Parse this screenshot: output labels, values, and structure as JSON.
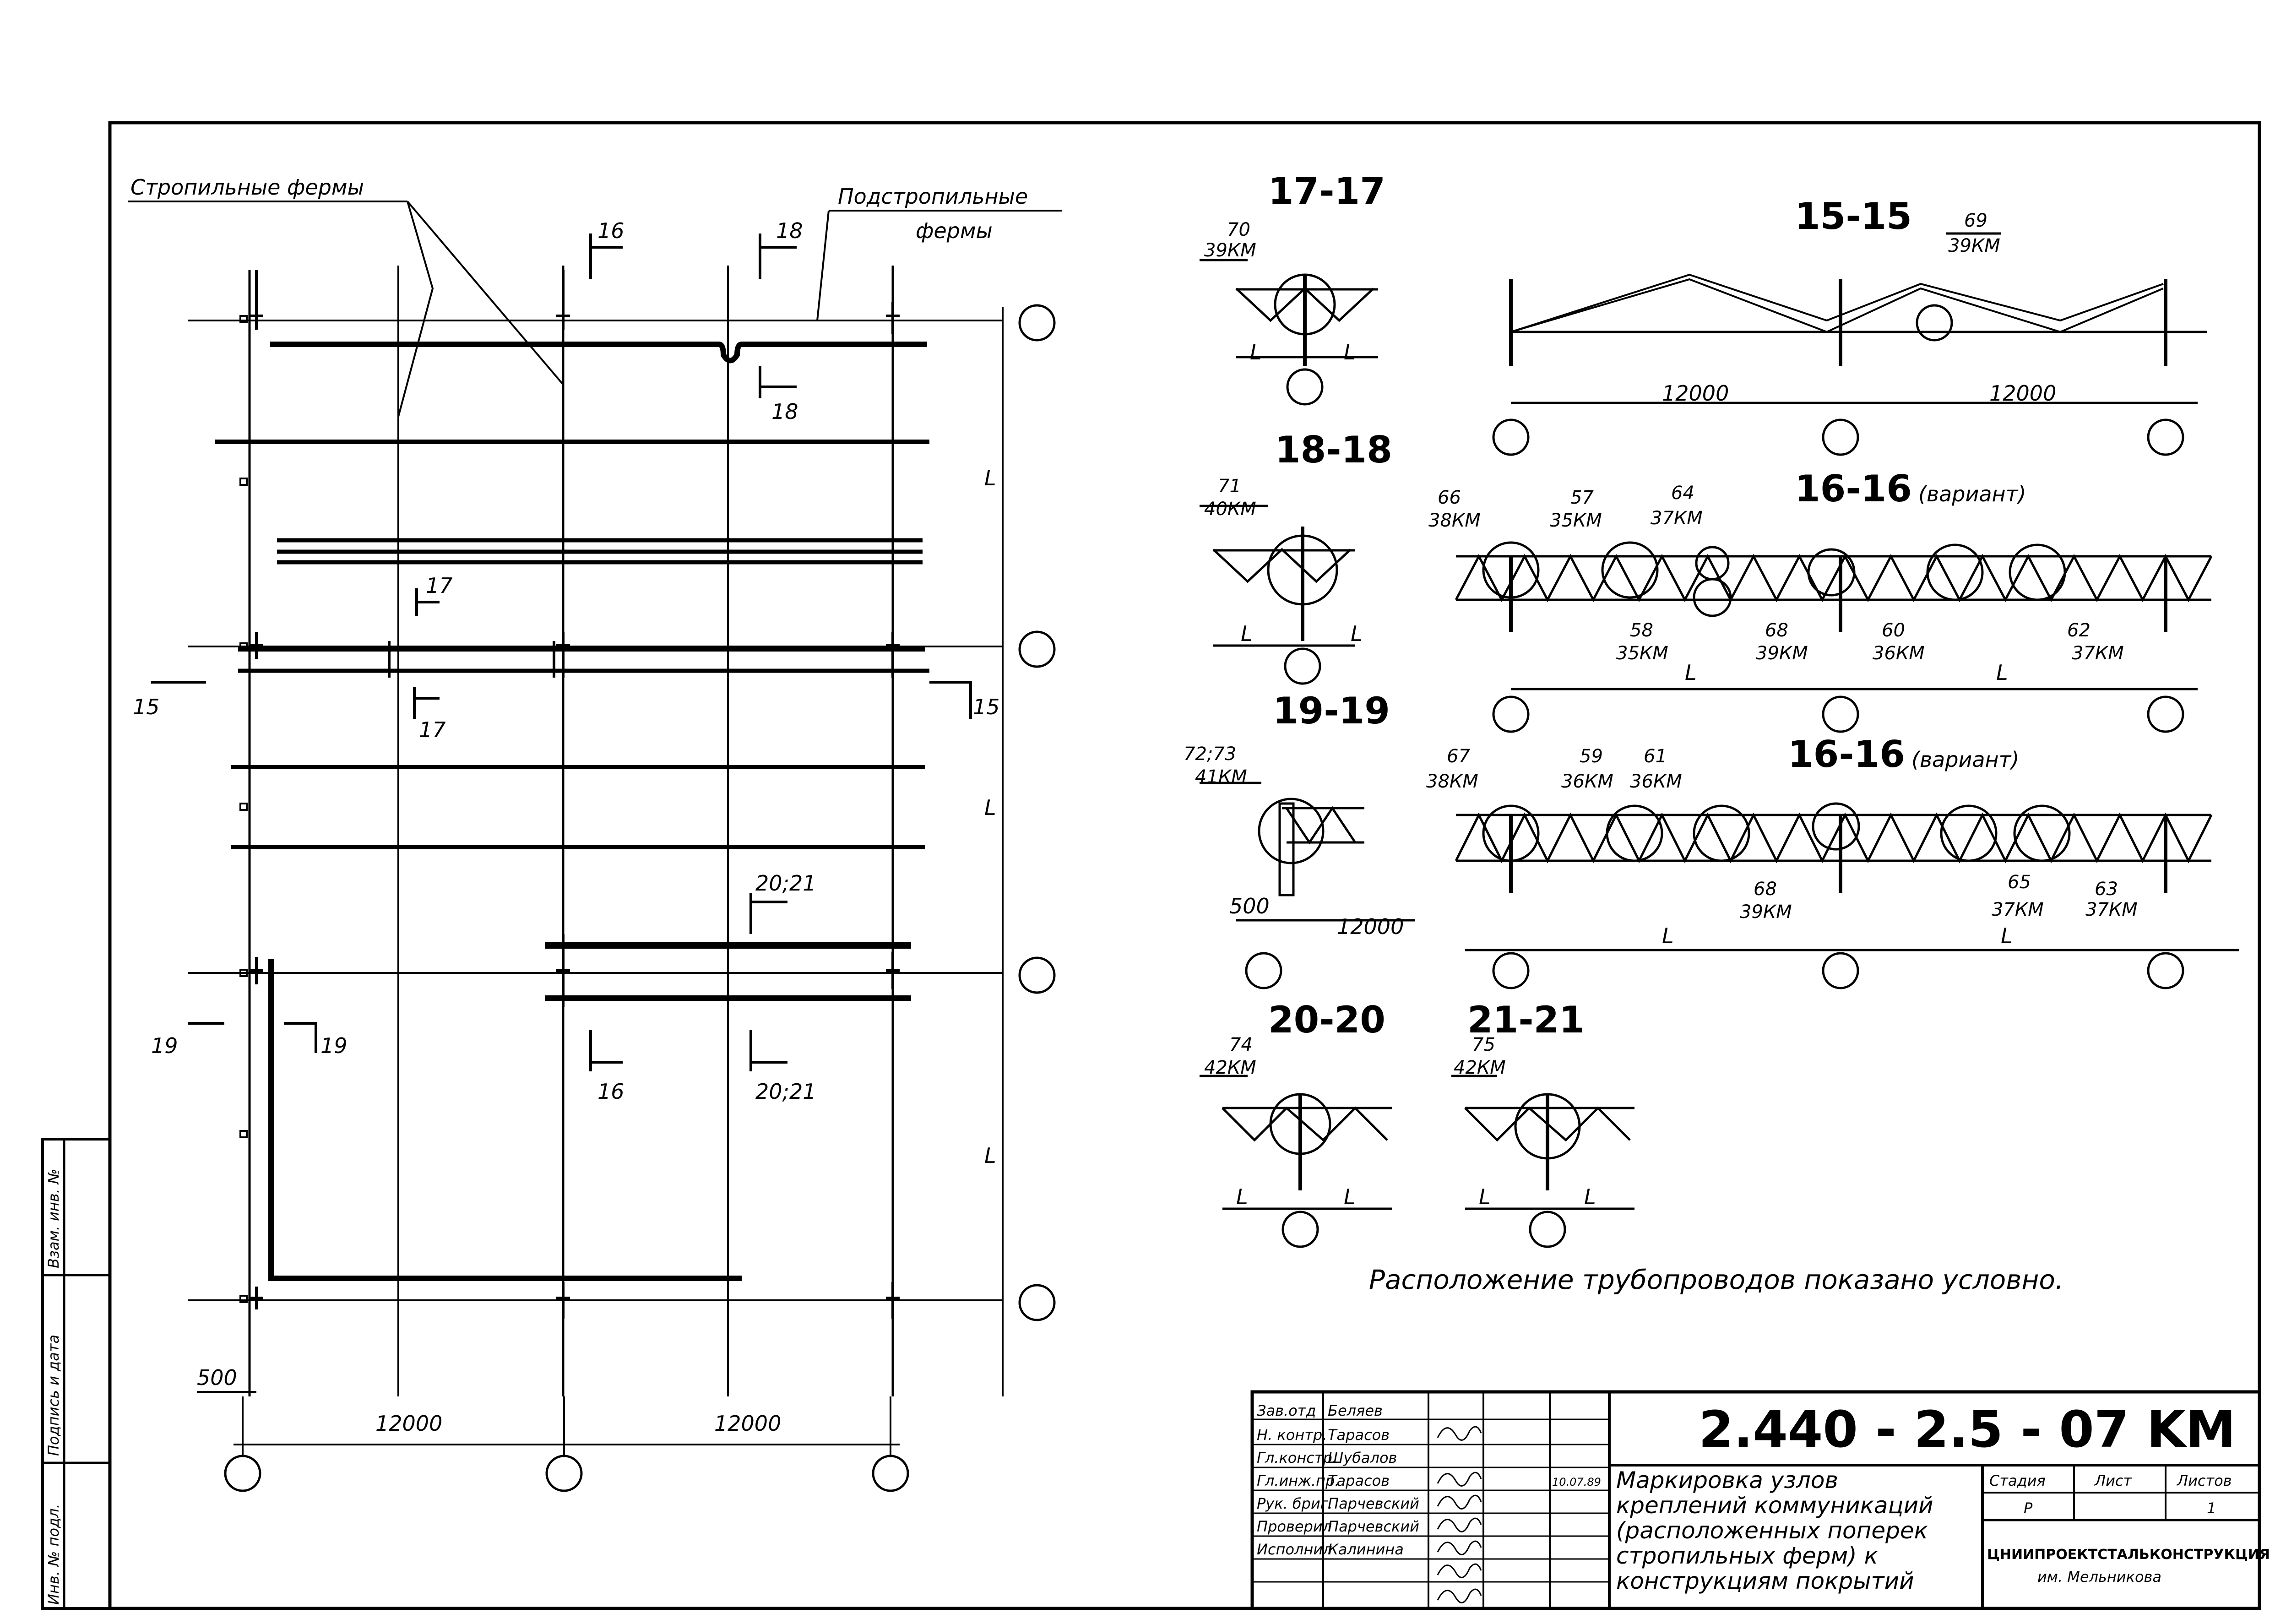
{
  "labels": {
    "truss_label": "Стропильные фермы",
    "subtruss_label_1": "Подстропильные",
    "subtruss_label_2": "фермы",
    "dim_span": "12000",
    "dim_L": "L",
    "dim_500": "500",
    "note": "Расположение трубопроводов показано условно."
  },
  "plan_cuts": {
    "c16": "16",
    "c17": "17",
    "c18": "18",
    "c15": "15",
    "c19": "19",
    "c2021": "20;21"
  },
  "sections": {
    "s1717": "17-17",
    "s1818": "18-18",
    "s1919": "19-19",
    "s2020": "20-20",
    "s2121": "21-21",
    "s1515": "15-15",
    "s1616a": "16-16",
    "s1616b": "16-16",
    "variant": "(вариант)"
  },
  "marks": {
    "m70": "70",
    "k39": "39КМ",
    "m71": "71",
    "k40": "40КМ",
    "m7273": "72;73",
    "k41": "41КМ",
    "m74": "74",
    "m75": "75",
    "k42": "42КМ",
    "m69": "69",
    "m66": "66",
    "k38": "38КМ",
    "m57": "57",
    "k35": "35КМ",
    "m64": "64",
    "k37": "37КМ",
    "m58": "58",
    "m68": "68",
    "m60": "60",
    "k36": "36КМ",
    "m62": "62",
    "m67": "67",
    "m59": "59",
    "m61": "61",
    "m65": "65",
    "m63": "63"
  },
  "title_block": {
    "code": "2.440 - 2.5 - 07 KM",
    "title_lines": [
      "Маркировка узлов",
      "креплений коммуникаций",
      "(расположенных поперек",
      "стропильных ферм) к",
      "конструкциям покрытий"
    ],
    "stage_hdr": "Стадия",
    "sheet_hdr": "Лист",
    "sheets_hdr": "Листов",
    "stage": "Р",
    "sheets": "1",
    "org": "ЦНИИПРОЕКТСТАЛЬКОНСТРУКЦИЯ",
    "org2": "им. Мельникова",
    "date": "10.07.89",
    "roles": [
      "Зав.отд",
      "Н. контр.",
      "Гл.констр.",
      "Гл.инж.пр.",
      "Рук. бриг.",
      "Проверил",
      "Исполнил"
    ],
    "names": [
      "Беляев",
      "Тарасов",
      "Шубалов",
      "Тарасов",
      "Парчевский",
      "Парчевский",
      "Калинина"
    ]
  },
  "side_stamp": {
    "inv": "Инв. № подл.",
    "sign": "Подпись и дата",
    "vzam": "Взам. инв. №"
  }
}
